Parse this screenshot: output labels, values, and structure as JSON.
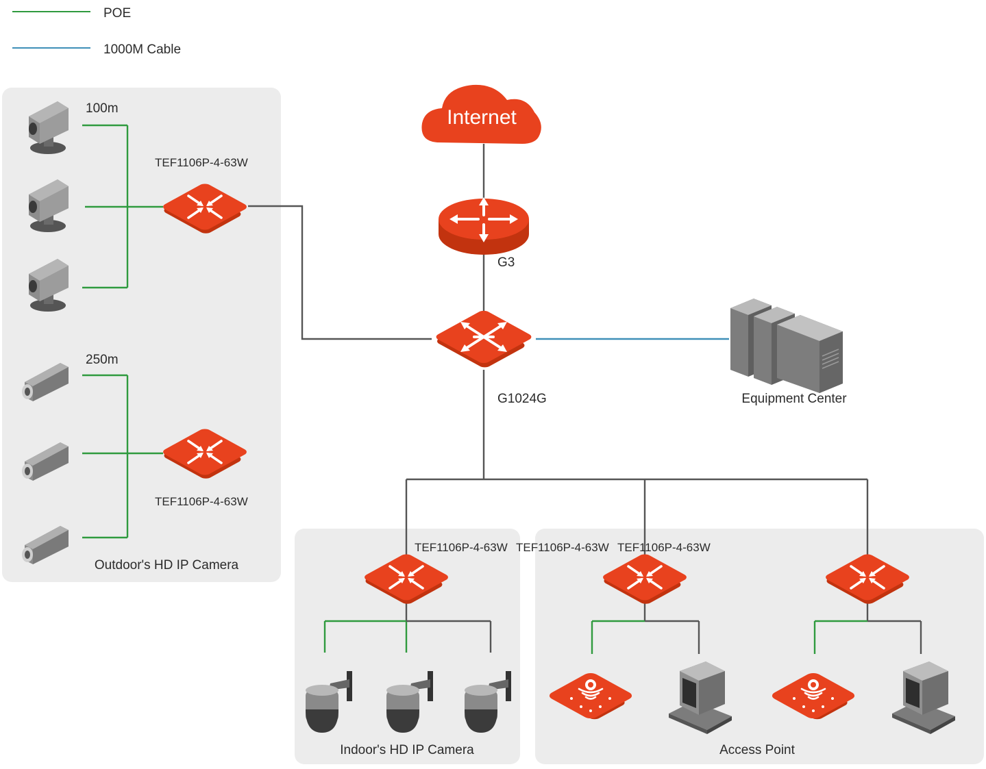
{
  "legend": {
    "poe": {
      "label": "POE",
      "color": "#2f9a3e"
    },
    "cable": {
      "label": "1000M Cable",
      "color": "#3e8fb8"
    }
  },
  "colors": {
    "device_red": "#e8421e",
    "device_red_dark": "#c2330f",
    "link_gray": "#555555",
    "group_bg": "#ececec"
  },
  "cloud": {
    "label": "Internet"
  },
  "router": {
    "label": "G3"
  },
  "core_switch": {
    "label": "G1024G"
  },
  "equipment": {
    "label": "Equipment Center",
    "icon": "server-rack-icon"
  },
  "outdoor": {
    "group_label": "Outdoor's HD IP Camera",
    "top": {
      "distance": "100m",
      "switch_label": "TEF1106P-4-63W",
      "camera_icon": "outdoor-camera-icon"
    },
    "bottom": {
      "distance": "250m",
      "switch_label": "TEF1106P-4-63W",
      "camera_icon": "bullet-camera-icon"
    }
  },
  "indoor": {
    "group_label": "Indoor's HD IP Camera",
    "switch_label": "TEF1106P-4-63W",
    "camera_icon": "dome-camera-icon"
  },
  "access": {
    "group_label": "Access Point",
    "switch1_label": "TEF1106P-4-63W",
    "switch2_label": "TEF1106P-4-63W",
    "ap_icon": "access-point-icon",
    "pc_icon": "desktop-computer-icon"
  }
}
